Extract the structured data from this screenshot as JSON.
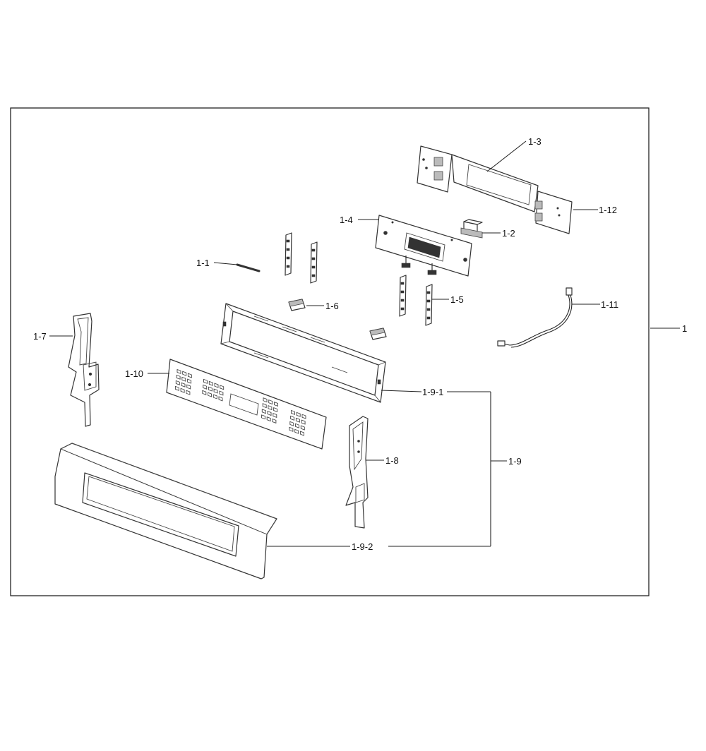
{
  "callouts": {
    "c1": "1",
    "c1_1": "1-1",
    "c1_2": "1-2",
    "c1_3": "1-3",
    "c1_4": "1-4",
    "c1_5": "1-5",
    "c1_6": "1-6",
    "c1_7": "1-7",
    "c1_8": "1-8",
    "c1_9": "1-9",
    "c1_9_1": "1-9-1",
    "c1_9_2": "1-9-2",
    "c1_10": "1-10",
    "c1_11": "1-11",
    "c1_12": "1-12"
  },
  "colors": {
    "line": "#222222",
    "background": "#ffffff"
  }
}
